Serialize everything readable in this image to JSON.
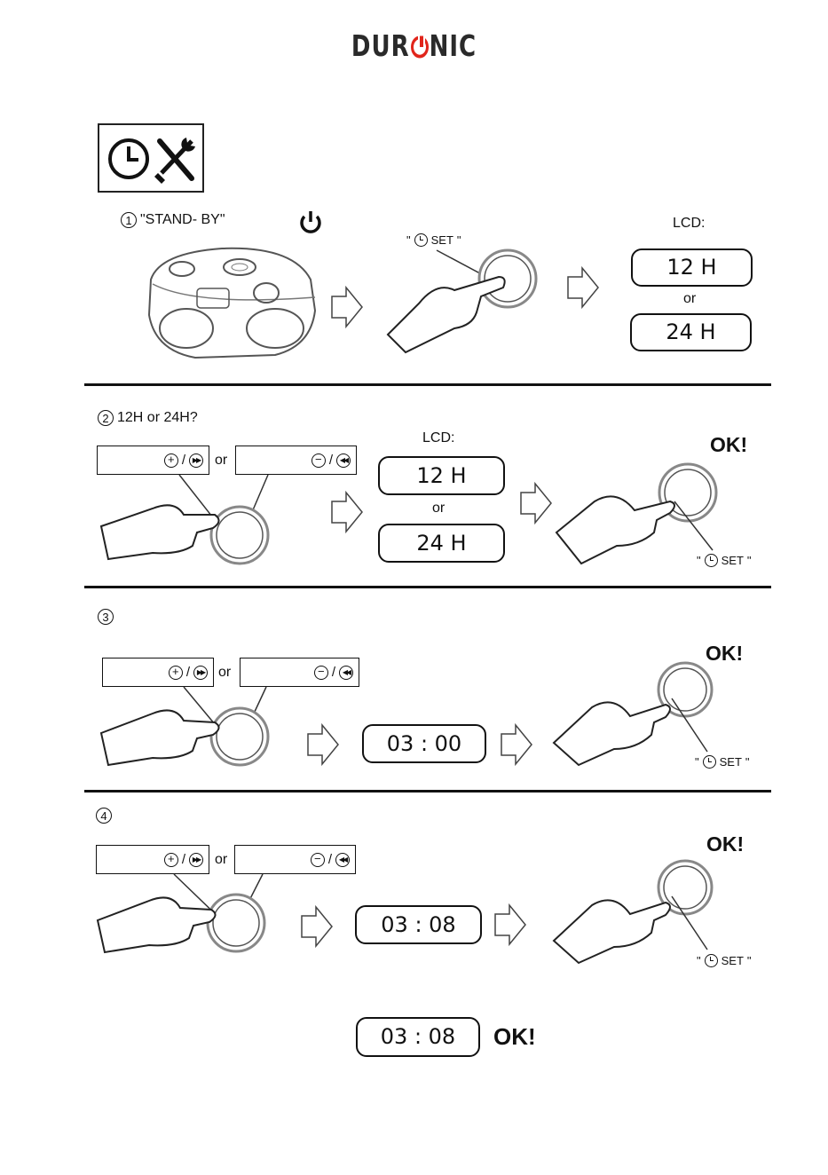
{
  "brand": {
    "logo_text_a": "DUR",
    "logo_text_b": "NIC"
  },
  "step1": {
    "num": "1",
    "label": "\"STAND- BY\"",
    "lcd_label": "LCD:",
    "opt1": "12 H",
    "or": "or",
    "opt2": "24 H",
    "set_q1": "\"",
    "set_label": "SET",
    "set_q2": "\""
  },
  "step2": {
    "num": "2",
    "label": "12H or  24H?",
    "or": "or",
    "lcd_label": "LCD:",
    "opt1": "12 H",
    "or2": "or",
    "opt2": "24 H",
    "ok": "OK!",
    "set_q1": "\"",
    "set_label": "SET",
    "set_q2": "\""
  },
  "step3": {
    "num": "3",
    "or": "or",
    "lcd": "03 : 00",
    "ok": "OK!",
    "set_q1": "\"",
    "set_label": "SET",
    "set_q2": "\""
  },
  "step4": {
    "num": "4",
    "or": "or",
    "lcd": "03 : 08",
    "ok": "OK!",
    "set_q1": "\"",
    "set_label": "SET",
    "set_q2": "\""
  },
  "final": {
    "lcd": "03 : 08",
    "ok": "OK!"
  },
  "buttons": {
    "plus": "+",
    "minus": "−",
    "slash": "/",
    "next": "▶▶",
    "prev": "◀◀"
  },
  "icons": {
    "clock": "clock-icon",
    "tools": "tools-icon",
    "power": "power-icon",
    "arrow": "right-arrow-icon",
    "hand": "hand-icon",
    "dial": "dial-icon",
    "boombox": "boombox-illustration"
  }
}
